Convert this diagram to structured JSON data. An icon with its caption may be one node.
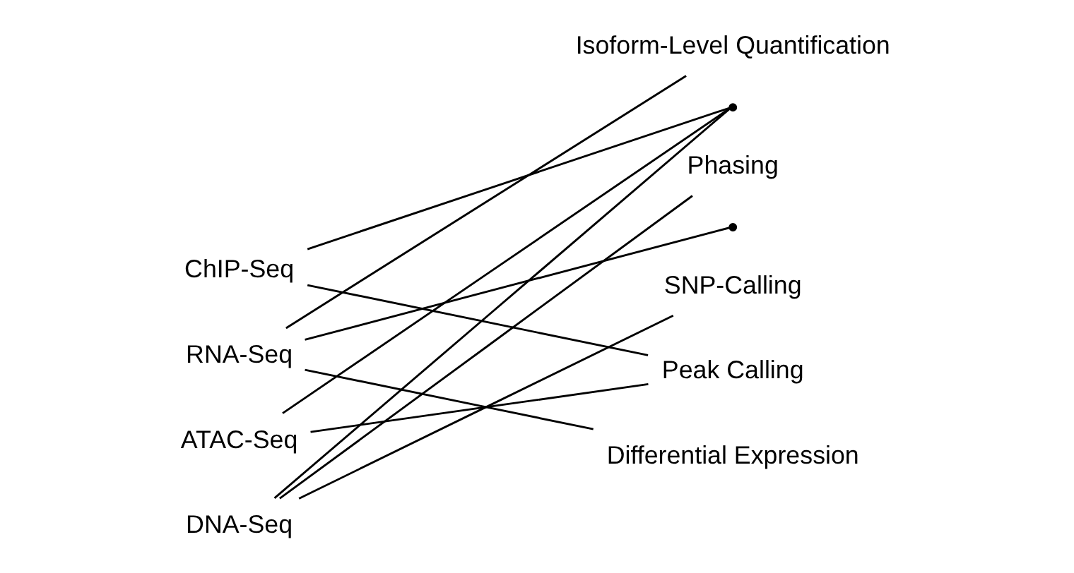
{
  "diagram": {
    "nodes": [
      {
        "text": [
          "ChIP-Seq"
        ]
      },
      {
        "text": [
          "RNA-Seq"
        ]
      },
      {
        "text": [
          "ATAC-Seq"
        ]
      },
      {
        "text": [
          "DNA-Seq"
        ]
      },
      {
        "text": [
          "Isoform-Level Quantification"
        ]
      },
      {
        "text": [],
        "shape": "point"
      },
      {
        "text": [
          "Phasing"
        ]
      },
      {
        "text": [],
        "shape": "point"
      },
      {
        "text": [
          "SNP-Calling"
        ]
      },
      {
        "text": [
          "Peak Calling"
        ]
      },
      {
        "text": [
          "Differential Expression"
        ]
      }
    ],
    "edges": [
      {
        "from": 0,
        "to": 5,
        "arrow": "none"
      },
      {
        "from": 0,
        "to": 9,
        "arrow": "none"
      },
      {
        "from": 1,
        "to": 4,
        "arrow": "none"
      },
      {
        "from": 1,
        "to": 7,
        "arrow": "none"
      },
      {
        "from": 1,
        "to": 10,
        "arrow": "none"
      },
      {
        "from": 2,
        "to": 5,
        "arrow": "none"
      },
      {
        "from": 2,
        "to": 9,
        "arrow": "none"
      },
      {
        "from": 3,
        "to": 5,
        "arrow": "none"
      },
      {
        "from": 3,
        "to": 6,
        "arrow": "none"
      },
      {
        "from": 3,
        "to": 8,
        "arrow": "none"
      }
    ]
  }
}
